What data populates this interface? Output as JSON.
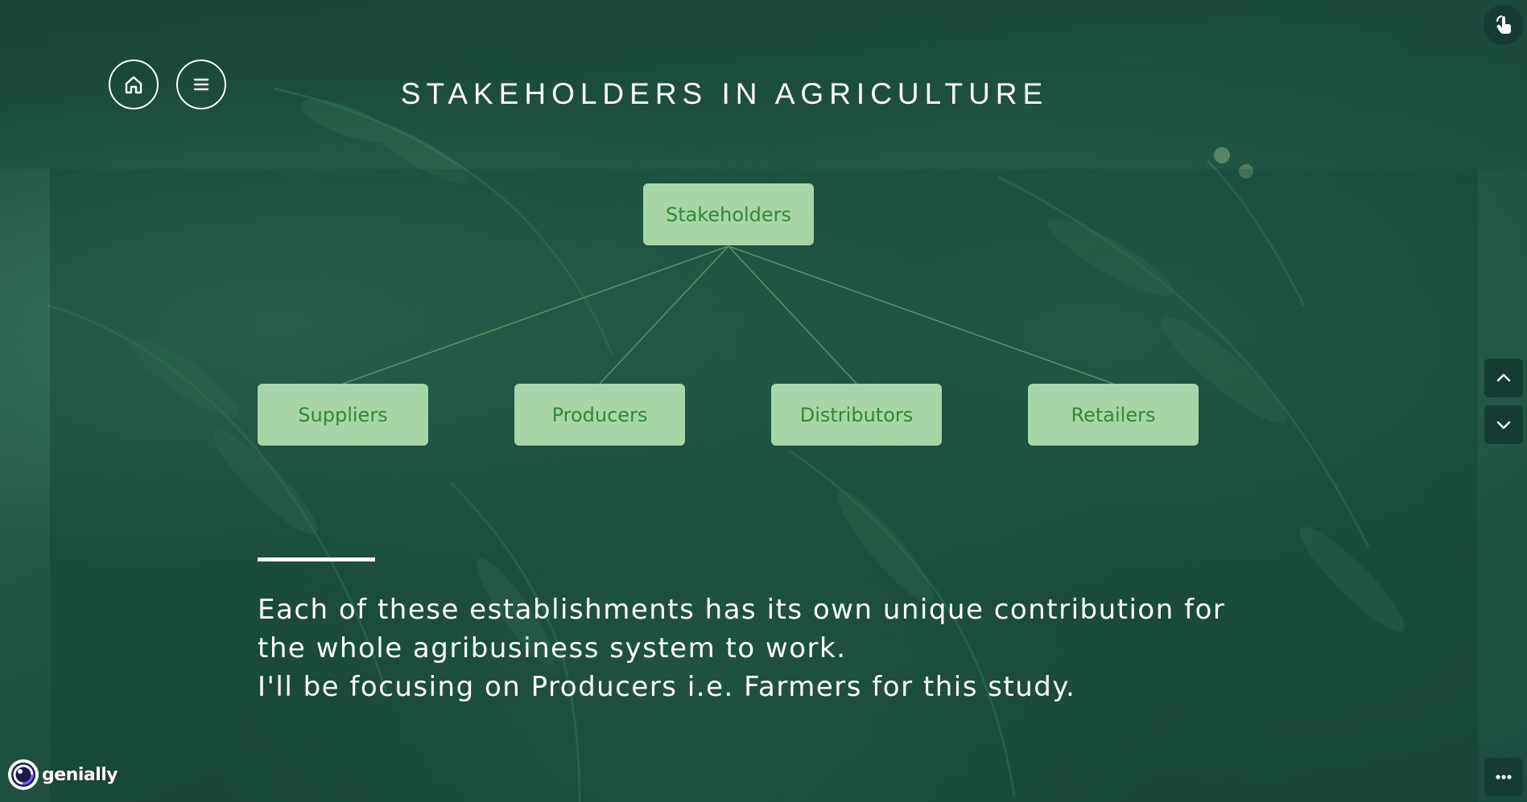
{
  "header": {
    "title": "STAKEHOLDERS IN AGRICULTURE",
    "home_icon": "home-icon",
    "menu_icon": "menu-icon"
  },
  "diagram": {
    "root": "Stakeholders",
    "children": [
      "Suppliers",
      "Producers",
      "Distributors",
      "Retailers"
    ],
    "node_color": "#a8d5a8",
    "node_text_color": "#2f8a3a",
    "line_color": "#5d9a6a"
  },
  "body": {
    "lines": [
      "Each of these establishments has its own unique contribution for",
      "the whole agribusiness system to work.",
      "I'll be focusing on Producers i.e. Farmers for this study."
    ]
  },
  "controls": {
    "interaction_icon": "hand-pointer-icon",
    "scroll_up_icon": "chevron-up-icon",
    "scroll_down_icon": "chevron-down-icon",
    "more_icon": "more-dots-icon"
  },
  "branding": {
    "logo_text": "genially",
    "accent": "#2f8a3a"
  }
}
